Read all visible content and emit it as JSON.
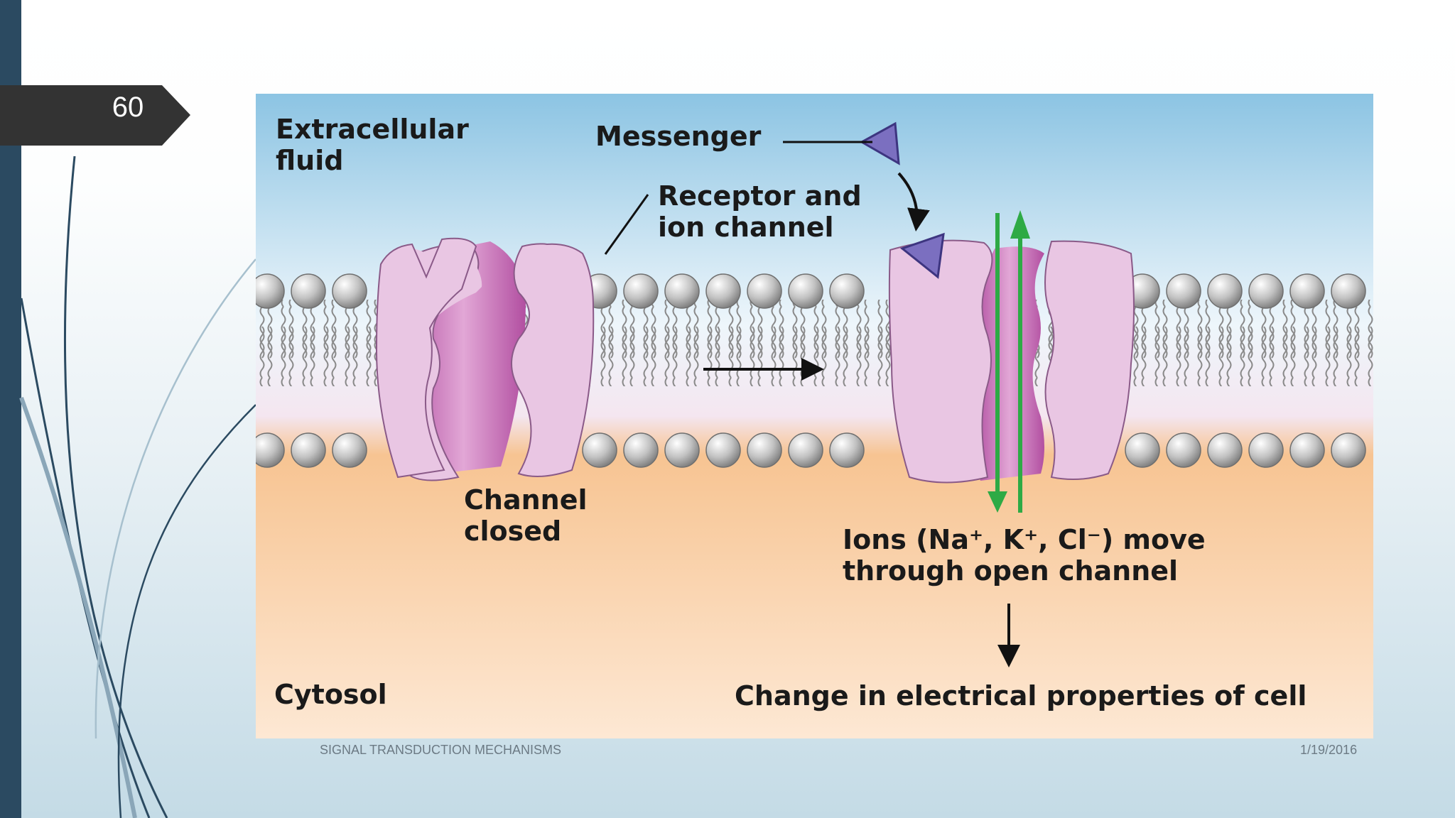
{
  "slide": {
    "number": "60",
    "footer_left": "SIGNAL TRANSDUCTION MECHANISMS",
    "footer_right": "1/19/2016"
  },
  "diagram": {
    "label_extracellular_1": "Extracellular",
    "label_extracellular_2": "fluid",
    "label_messenger": "Messenger",
    "label_receptor_1": "Receptor and",
    "label_receptor_2": "ion channel",
    "label_channel_closed_1": "Channel",
    "label_channel_closed_2": "closed",
    "label_ions_1": "Ions (Na⁺, K⁺, Cl⁻) move",
    "label_ions_2": "through open channel",
    "label_cytosol": "Cytosol",
    "label_change": "Change in electrical properties of cell"
  },
  "colors": {
    "left_bar": "#2b4a61",
    "number_tab": "#333333",
    "extracellular_top": "#8cc4e3",
    "cytosol_bottom": "#fde8d4",
    "protein_light": "#e9c6e3",
    "protein_dark": "#b04f9f",
    "messenger": "#7b6fc0",
    "ion_arrow": "#2eaa45"
  }
}
